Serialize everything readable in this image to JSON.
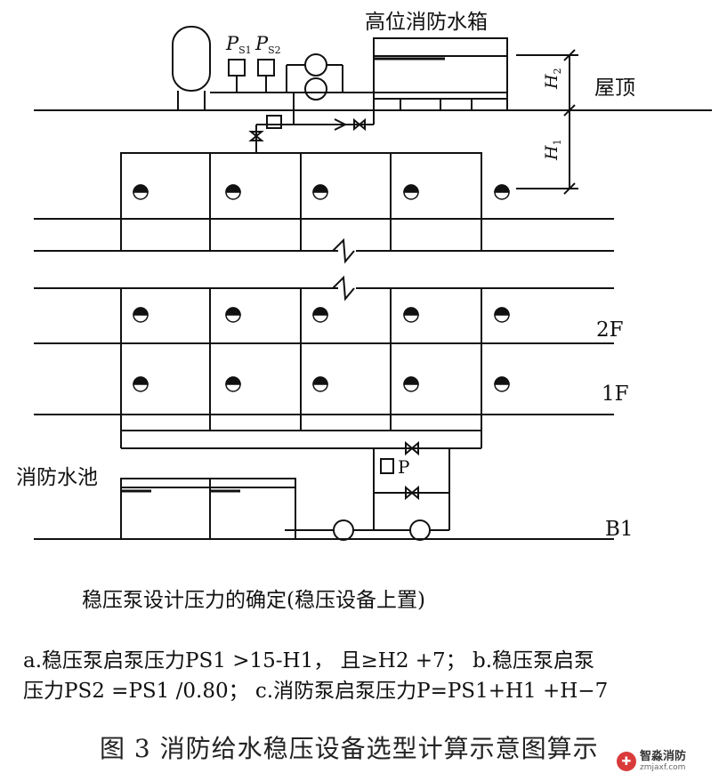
{
  "labels": {
    "tank": "高位消防水箱",
    "roof": "屋顶",
    "floor2": "2F",
    "floor1": "1F",
    "basement": "B1",
    "pool": "消防水池",
    "ps1": "P",
    "ps1_sub": "S1",
    "ps2": "P",
    "ps2_sub": "S2",
    "h2": "H",
    "h2_sub": "2",
    "h1": "H",
    "h1_sub": "1",
    "p": "P"
  },
  "caption": {
    "title": "稳压泵设计压力的确定(稳压设备上置)",
    "formula_line1": "a.稳压泵启泵压力PS1 >15-H1， 且≥H2 +7； b.稳压泵启泵",
    "formula_line2": "压力PS2 =PS1 /0.80； c.消防泵启泵压力P=PS1+H1 +H−7",
    "figure": "图 3   消防给水稳压设备选型计算示意图算示"
  },
  "watermark": {
    "name": "智淼消防",
    "url": "zmjaxf.com"
  }
}
